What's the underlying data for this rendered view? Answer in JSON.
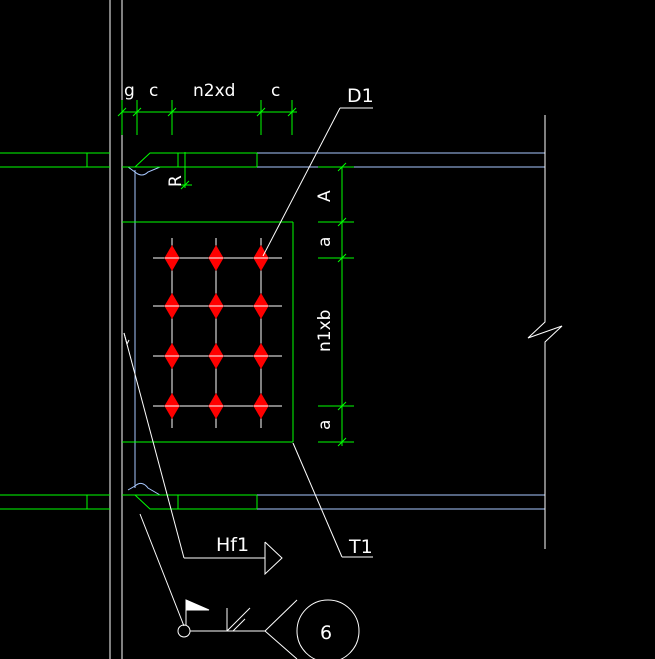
{
  "labels": {
    "g": "g",
    "c_left": "c",
    "n2xd": "n2xd",
    "c_right": "c",
    "D1": "D1",
    "R": "R",
    "A": "A",
    "a_top": "a",
    "n1xb": "n1xb",
    "a_bottom": "a",
    "Hf1": "Hf1",
    "T1": "T1",
    "weld_number": "6"
  },
  "colors": {
    "background": "#000000",
    "white": "#ffffff",
    "green": "#00ff00",
    "cyan": "#00ffff",
    "light_blue": "#a8c8ff",
    "bolt_red": "#ff0000"
  },
  "bolts": {
    "rows": 4,
    "cols": 3
  }
}
